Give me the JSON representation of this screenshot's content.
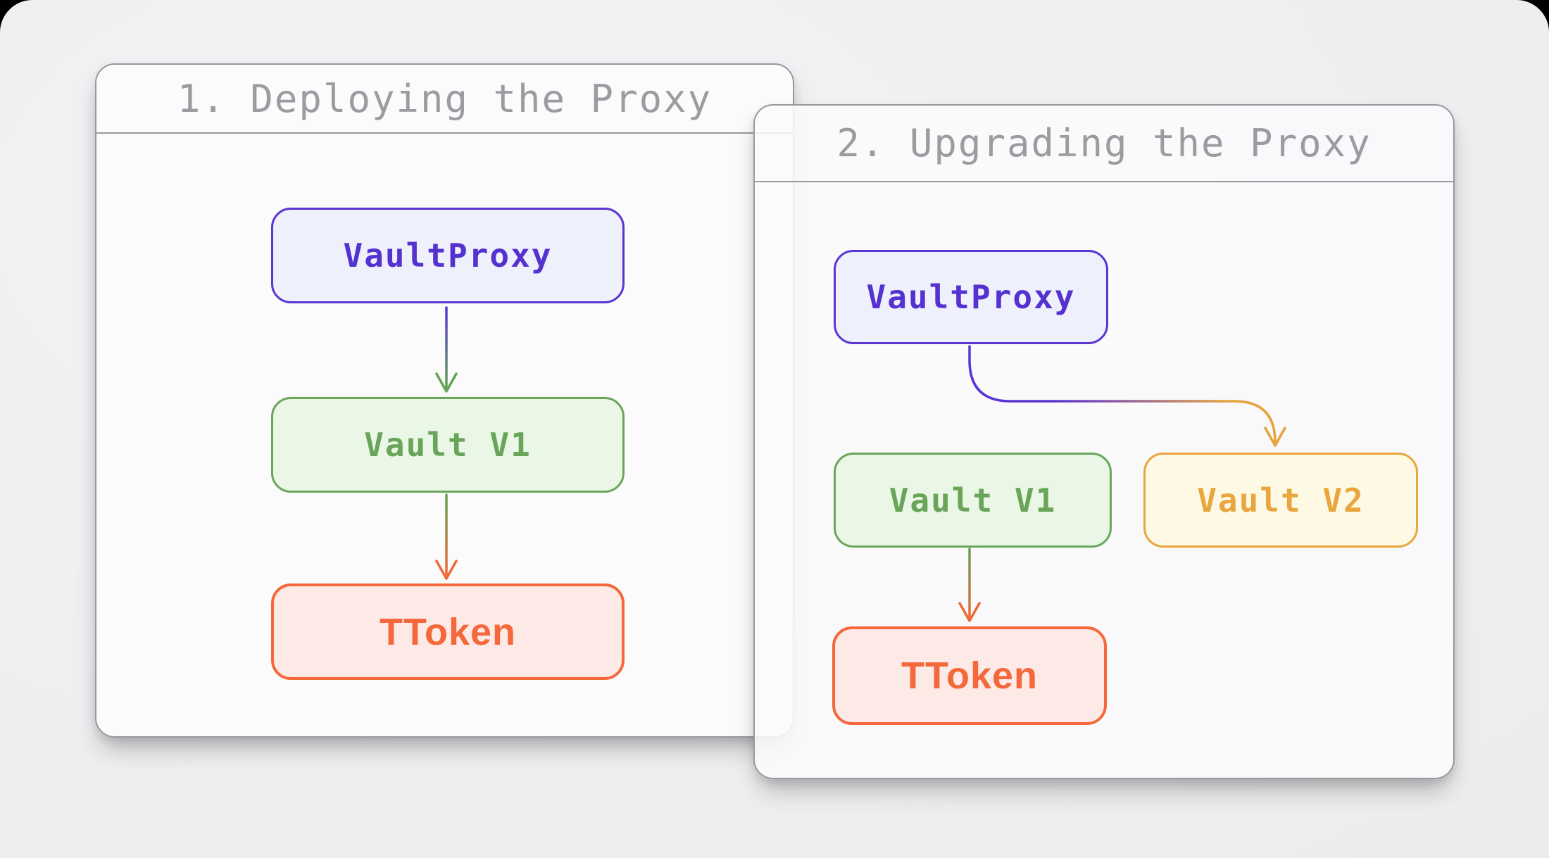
{
  "diagram": {
    "kind": "proxy-upgrade-pattern",
    "colors": {
      "stage_background": "#efeff1",
      "outside": "#000000",
      "panel_background": "#fbfbfc",
      "panel_border": "#98989e",
      "title_gray": "#9b9ba1",
      "purple": "#5a35d2",
      "purple_fill": "#eef0fc",
      "green": "#68a558",
      "green_fill": "#eaf6e6",
      "amber": "#eaa63e",
      "amber_fill": "#fdf9e4",
      "red_orange": "#f4683b",
      "red_fill": "#fdeae6"
    },
    "panels": [
      {
        "title": "1. Deploying the Proxy",
        "nodes": [
          {
            "id": "vault-proxy",
            "label": "VaultProxy",
            "color": "purple"
          },
          {
            "id": "vault-v1",
            "label": "Vault V1",
            "color": "green"
          },
          {
            "id": "ttoken",
            "label": "TToken",
            "color": "red"
          }
        ],
        "edges": [
          {
            "from": "vault-proxy",
            "to": "vault-v1",
            "style": "straight",
            "gradient": [
              "#5b35d6",
              "#63a355"
            ]
          },
          {
            "from": "vault-v1",
            "to": "ttoken",
            "style": "straight",
            "gradient": [
              "#63a355",
              "#ee6a35"
            ]
          }
        ]
      },
      {
        "title": "2. Upgrading the Proxy",
        "nodes": [
          {
            "id": "vault-proxy",
            "label": "VaultProxy",
            "color": "purple"
          },
          {
            "id": "vault-v1",
            "label": "Vault V1",
            "color": "green"
          },
          {
            "id": "vault-v2",
            "label": "Vault V2",
            "color": "amber"
          },
          {
            "id": "ttoken",
            "label": "TToken",
            "color": "red"
          }
        ],
        "edges": [
          {
            "from": "vault-proxy",
            "to": "vault-v2",
            "style": "curved-elbow",
            "gradient": [
              "#5b35d6",
              "#e8a23c"
            ]
          },
          {
            "from": "vault-v1",
            "to": "ttoken",
            "style": "straight",
            "gradient": [
              "#63a355",
              "#ee6a35"
            ]
          }
        ]
      }
    ]
  },
  "panels": [
    {
      "title": "1. Deploying the Proxy",
      "nodes": {
        "vaultproxy": "VaultProxy",
        "vaultv1": "Vault V1",
        "ttoken": "TToken"
      }
    },
    {
      "title": "2. Upgrading the Proxy",
      "nodes": {
        "vaultproxy": "VaultProxy",
        "vaultv1": "Vault V1",
        "vaultv2": "Vault V2",
        "ttoken": "TToken"
      }
    }
  ]
}
